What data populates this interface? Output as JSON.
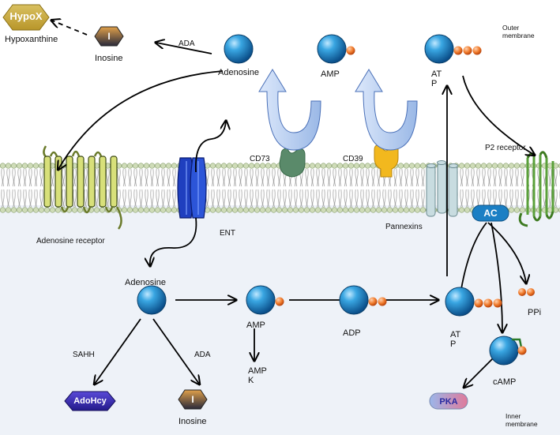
{
  "labels": {
    "hypox_badge": "HypoX",
    "hypoxanthine": "Hypoxanthine",
    "inosine_badge_top": "I",
    "inosine_top": "Inosine",
    "ada_top": "ADA",
    "adenosine_top": "Adenosine",
    "amp_top": "AMP",
    "atp_top_line1": "AT",
    "atp_top_line2": "P",
    "outer_membrane_line1": "Outer",
    "outer_membrane_line2": "membrane",
    "cd73": "CD73",
    "cd39": "CD39",
    "p2_receptor": "P2 receptor",
    "adenosine_receptor": "Adenosine  receptor",
    "ent": "ENT",
    "pannexins": "Pannexins",
    "ac_badge": "AC",
    "adenosine_in": "Adenosine",
    "amp_in": "AMP",
    "adp_in": "ADP",
    "atp_in_line1": "AT",
    "atp_in_line2": "P",
    "ppi": "PPi",
    "ampk_line1": "AMP",
    "ampk_line2": "K",
    "sahh": "SAHH",
    "ada_bottom": "ADA",
    "adohcy_badge": "AdoHcy",
    "inosine_badge_bottom": "I",
    "inosine_bottom": "Inosine",
    "camp": "cAMP",
    "pka_badge": "PKA",
    "inner_membrane_line1": "Inner",
    "inner_membrane_line2": "membrane"
  },
  "colors": {
    "sphere": "#1f8fd0",
    "phosphate": "#f07a2a",
    "membrane_head": "#c9d9b0",
    "cytoplasm": "#eef2f8",
    "cd73": "#5a8a6a",
    "cd39": "#f2b81e",
    "ent": "#1f3fbf",
    "receptor": "#d8e07a",
    "p2": "#5aa03a",
    "ac": "#1b7fc4"
  }
}
